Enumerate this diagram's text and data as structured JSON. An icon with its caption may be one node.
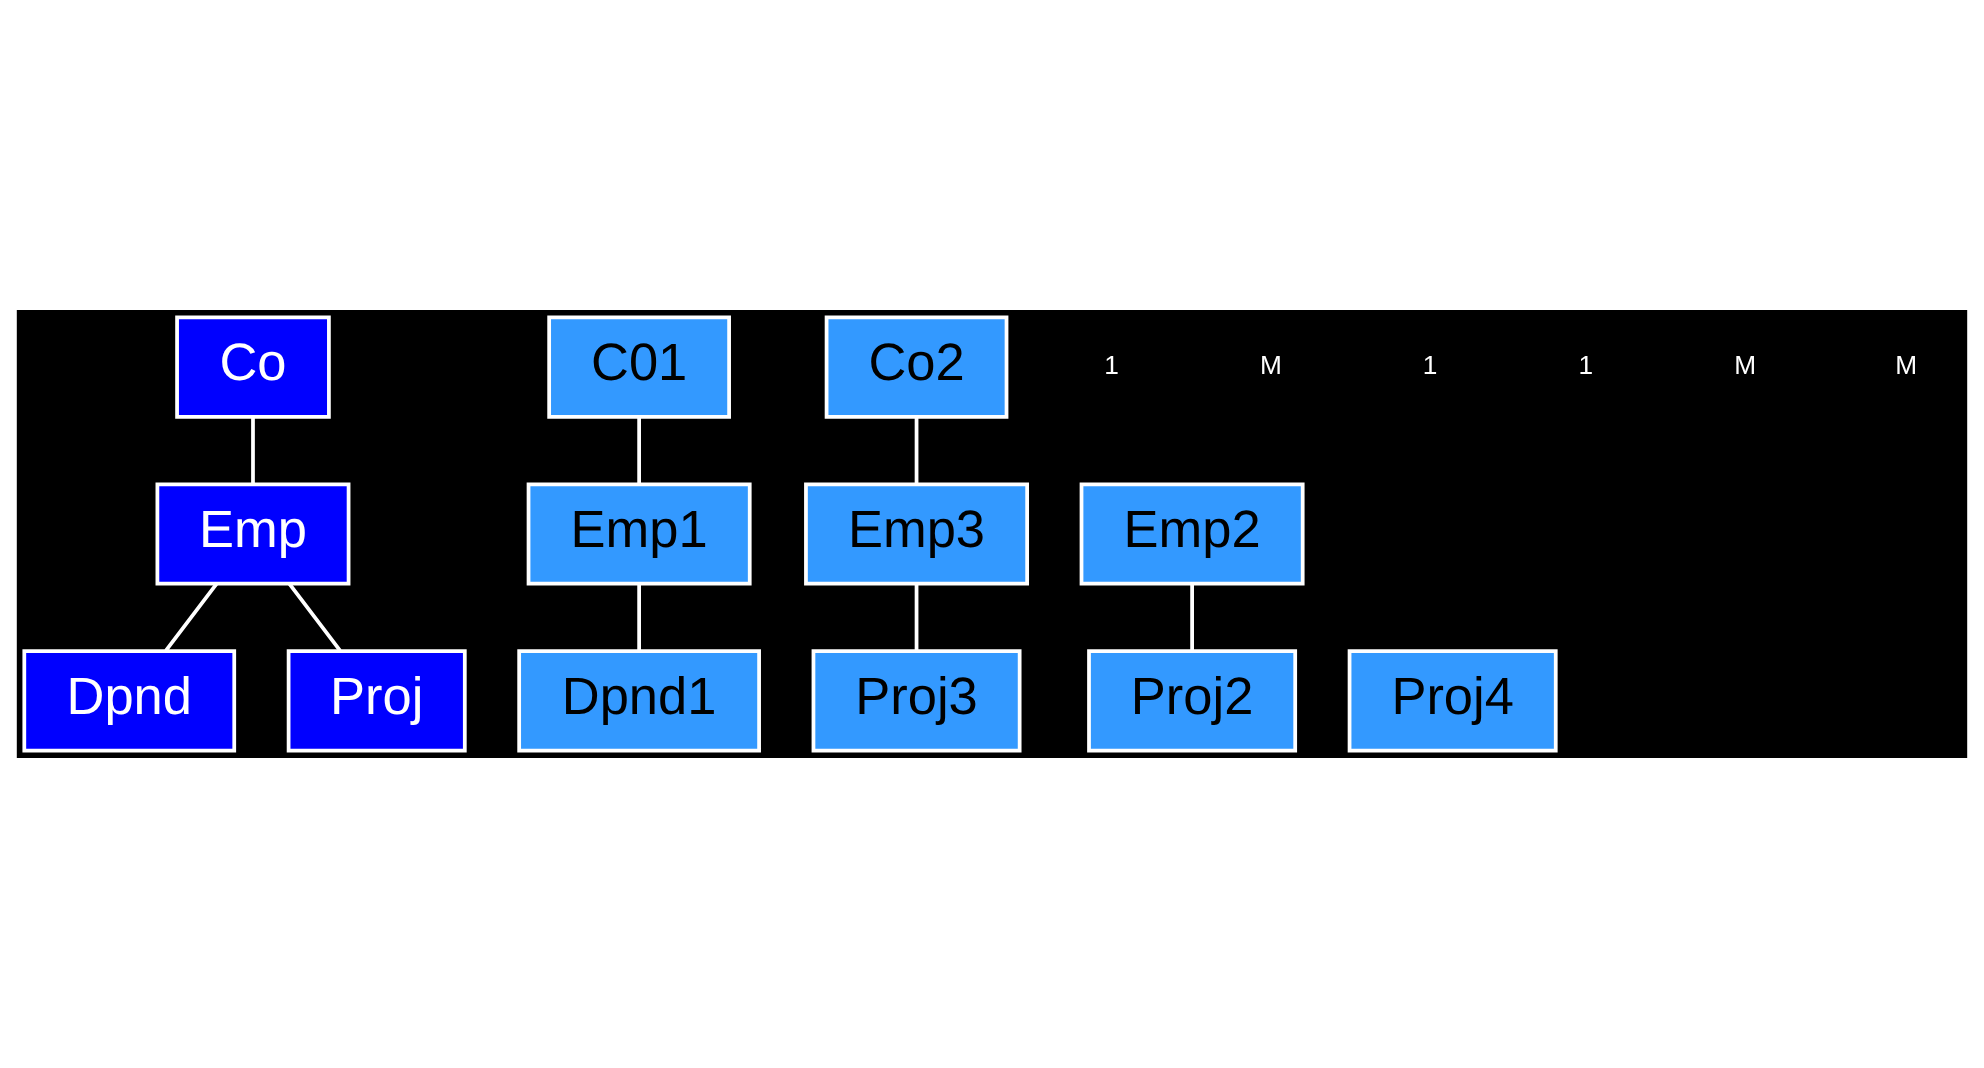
{
  "diagram": {
    "nodes": [
      {
        "text": [
          "Co"
        ]
      },
      {
        "text": [
          "Emp"
        ]
      },
      {
        "text": [
          "Dpnd"
        ]
      },
      {
        "text": [
          "Proj"
        ]
      },
      {
        "text": [
          "C01"
        ]
      },
      {
        "text": [
          "Co2"
        ]
      },
      {
        "text": [
          "Emp1"
        ]
      },
      {
        "text": [
          "Emp2"
        ]
      },
      {
        "text": [
          "Emp3"
        ]
      },
      {
        "text": [
          "Dpnd1"
        ]
      },
      {
        "text": [
          "Proj2"
        ]
      },
      {
        "text": [
          "Proj3"
        ]
      },
      {
        "text": [
          "Proj4"
        ]
      }
    ],
    "edges": [
      {
        "from": 0,
        "to": 1,
        "arrow": "none"
      },
      {
        "from": 1,
        "to": 2,
        "arrow": "none"
      },
      {
        "from": 1,
        "to": 3,
        "arrow": "none"
      },
      {
        "from": 4,
        "to": 6,
        "arrow": "none"
      },
      {
        "from": 5,
        "to": 8,
        "arrow": "none"
      },
      {
        "from": 6,
        "to": 9,
        "arrow": "none"
      },
      {
        "from": 7,
        "to": 10,
        "arrow": "none"
      },
      {
        "from": 8,
        "to": 11,
        "arrow": "none"
      }
    ],
    "labels": [
      "1",
      "M",
      "1",
      "1",
      "M",
      "M"
    ]
  }
}
